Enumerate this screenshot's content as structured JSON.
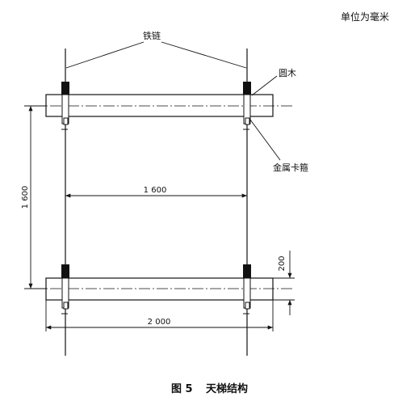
{
  "unit_note": "单位为毫米",
  "labels": {
    "chain": "铁链",
    "log": "圆木",
    "clamp": "金属卡箍"
  },
  "dimensions": {
    "rung_spacing": "1 600",
    "rope_spacing": "1 600",
    "log_width": "2 000",
    "log_diameter": "200"
  },
  "caption": {
    "number": "图 5",
    "title": "天梯结构"
  }
}
